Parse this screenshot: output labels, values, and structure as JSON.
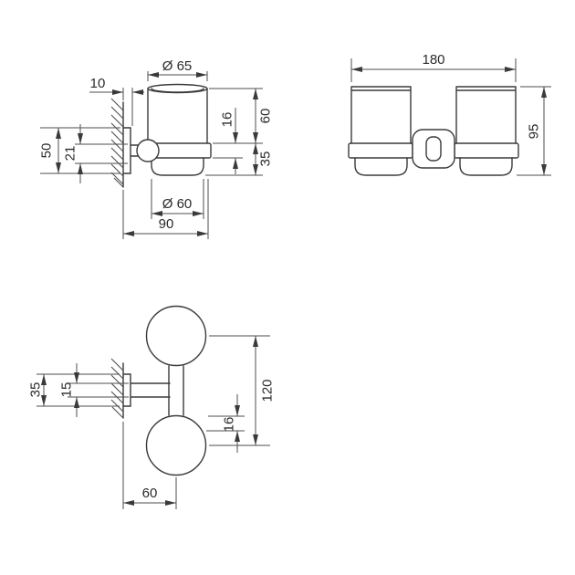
{
  "views": {
    "side": {
      "wall_offset": "10",
      "top_diameter": "Ø 65",
      "plate_height": "50",
      "bracket_height": "21",
      "ring_height": "16",
      "upper_height": "60",
      "lower_height": "35",
      "bottom_diameter": "Ø 60",
      "depth": "90"
    },
    "front": {
      "total_width": "180",
      "total_height": "95"
    },
    "plan": {
      "plate_width": "35",
      "arm_width": "15",
      "centers_span": "120",
      "bar_width": "16",
      "wall_to_center": "60"
    }
  }
}
